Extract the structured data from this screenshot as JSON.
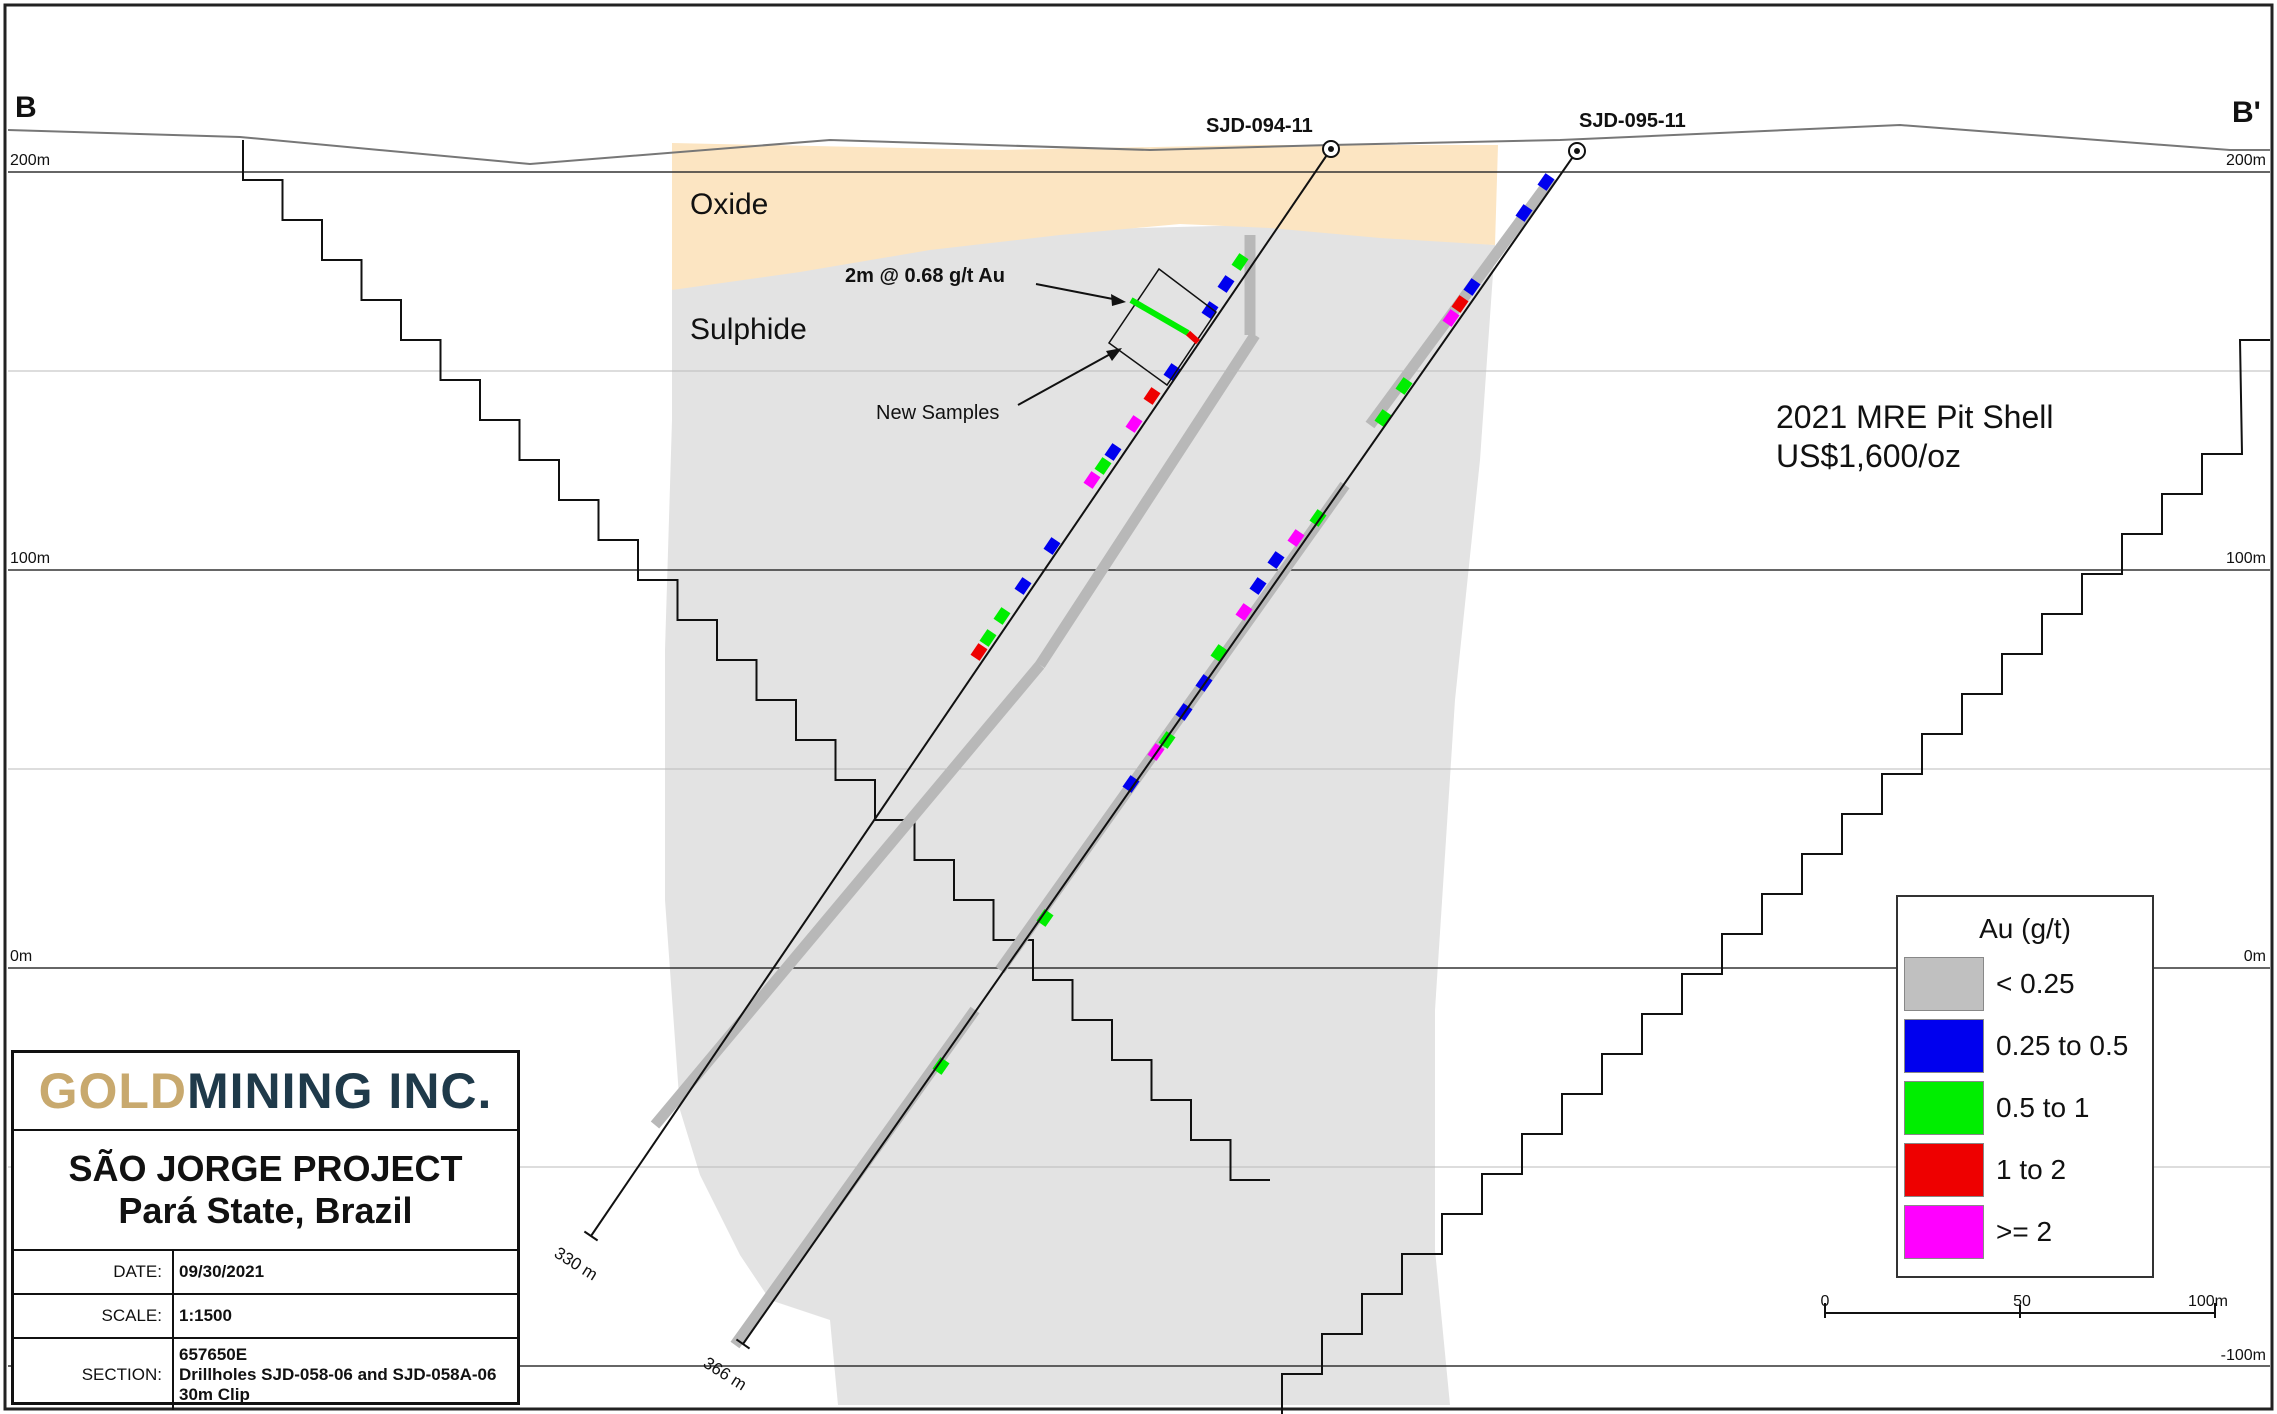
{
  "section_label_left": "B",
  "section_label_right": "B'",
  "elevations": [
    "200m",
    "100m",
    "0m",
    "-100m"
  ],
  "holes": [
    {
      "id": "SJD-094-11",
      "depth": "330 m"
    },
    {
      "id": "SJD-095-11",
      "depth": "366 m"
    }
  ],
  "zones": {
    "oxide": "Oxide",
    "sulphide": "Sulphide"
  },
  "annotations": {
    "intercept": "2m @ 0.68 g/t Au",
    "new_samples": "New Samples"
  },
  "pit_shell": {
    "line1": "2021 MRE Pit Shell",
    "line2": "US$1,600/oz"
  },
  "legend": {
    "title": "Au (g/t)",
    "items": [
      {
        "label": "< 0.25",
        "color": "#c0c0c0"
      },
      {
        "label": "0.25 to 0.5",
        "color": "#0000ee"
      },
      {
        "label": "0.5 to 1",
        "color": "#00ee00"
      },
      {
        "label": "1 to 2",
        "color": "#ee0000"
      },
      {
        "label": ">= 2",
        "color": "#ff00ff"
      }
    ]
  },
  "scale_bar": {
    "ticks": [
      "0",
      "50",
      "100m"
    ]
  },
  "title_block": {
    "logo_gold": "GOLD",
    "logo_rest": "MINING INC.",
    "project": "SÃO JORGE PROJECT",
    "location": "Pará State, Brazil",
    "date_label": "DATE:",
    "date": "09/30/2021",
    "scale_label": "SCALE:",
    "scale": "1:1500",
    "section_label": "SECTION:",
    "section_lines": [
      "657650E",
      "Drillholes SJD-058-06 and SJD-058A-06",
      "30m Clip"
    ]
  },
  "colors": {
    "oxide": "#fce5c2",
    "sulphide": "#e3e3e3",
    "gray_core": "#b8b8b8",
    "blue": "#0000ee",
    "green": "#00ee00",
    "red": "#ee0000",
    "magenta": "#ff00ff"
  }
}
